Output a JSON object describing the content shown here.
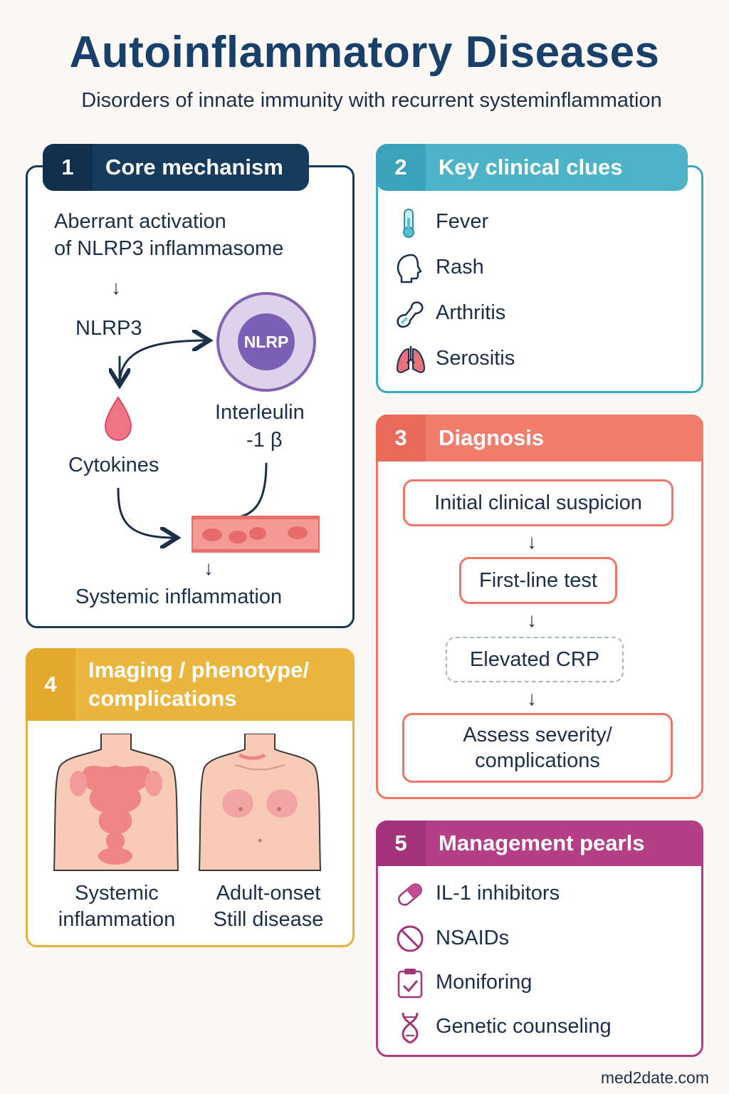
{
  "title": "Autoinflammatory Diseases",
  "subtitle": "Disorders of innate immunity with recurrent systeminflammation",
  "panels": [
    {
      "num": "1",
      "title": "Core mechanism",
      "color": "#163b5c"
    },
    {
      "num": "2",
      "title": "Key clinical clues",
      "color": "#3aa8c1"
    },
    {
      "num": "3",
      "title": "Diagnosis",
      "color": "#ef7565"
    },
    {
      "num": "4",
      "title_line1": "Imaging / phenotype/",
      "title_line2": "complications",
      "color": "#e8b23a"
    },
    {
      "num": "5",
      "title": "Management pearls",
      "color": "#b23d83"
    }
  ],
  "mechanism": {
    "intro_line1": "Aberrant activation",
    "intro_line2": "of NLRP3 inflammasome",
    "nlrp3": "NLRP3",
    "circle_label": "NLRP",
    "interleukin_line1": "Interleulin",
    "interleukin_line2": "-1 β",
    "cytokines": "Cytokines",
    "outcome": "Systemic inflammation"
  },
  "clues": [
    "Fever",
    "Rash",
    "Arthritis",
    "Serositis"
  ],
  "diagnosis": {
    "step1": "Initial clinical suspicion",
    "step2": "First-line test",
    "step3": "Elevated CRP",
    "step4_line1": "Assess severity/",
    "step4_line2": "complications"
  },
  "phenotype": {
    "left_line1": "Systemic",
    "left_line2": "inflammation",
    "right_line1": "Adult-onset",
    "right_line2": "Still disease"
  },
  "management": [
    "IL-1 inhibitors",
    "NSAIDs",
    "Moniforing",
    "Genetic counseling"
  ],
  "icons": {
    "clues": [
      "thermometer-icon",
      "head-icon",
      "joint-icon",
      "lungs-icon"
    ],
    "management": [
      "pill-icon",
      "prohibited-icon",
      "clipboard-check-icon",
      "dna-icon"
    ]
  },
  "footer": "med2date.com"
}
